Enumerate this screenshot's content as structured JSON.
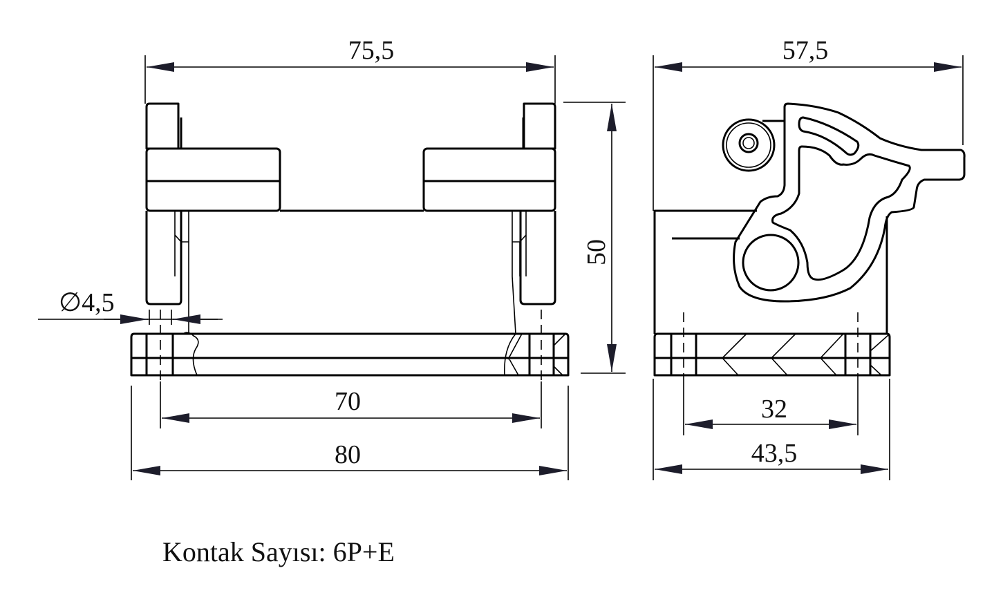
{
  "front_view": {
    "dims": {
      "overall_top": "75,5",
      "hole_spacing": "70",
      "base_width": "80",
      "height": "50",
      "hole_diameter": "∅4,5"
    }
  },
  "side_view": {
    "dims": {
      "overall_top": "57,5",
      "hole_spacing": "32",
      "base_width": "43,5"
    }
  },
  "note": "Kontak Sayısı: 6P+E"
}
